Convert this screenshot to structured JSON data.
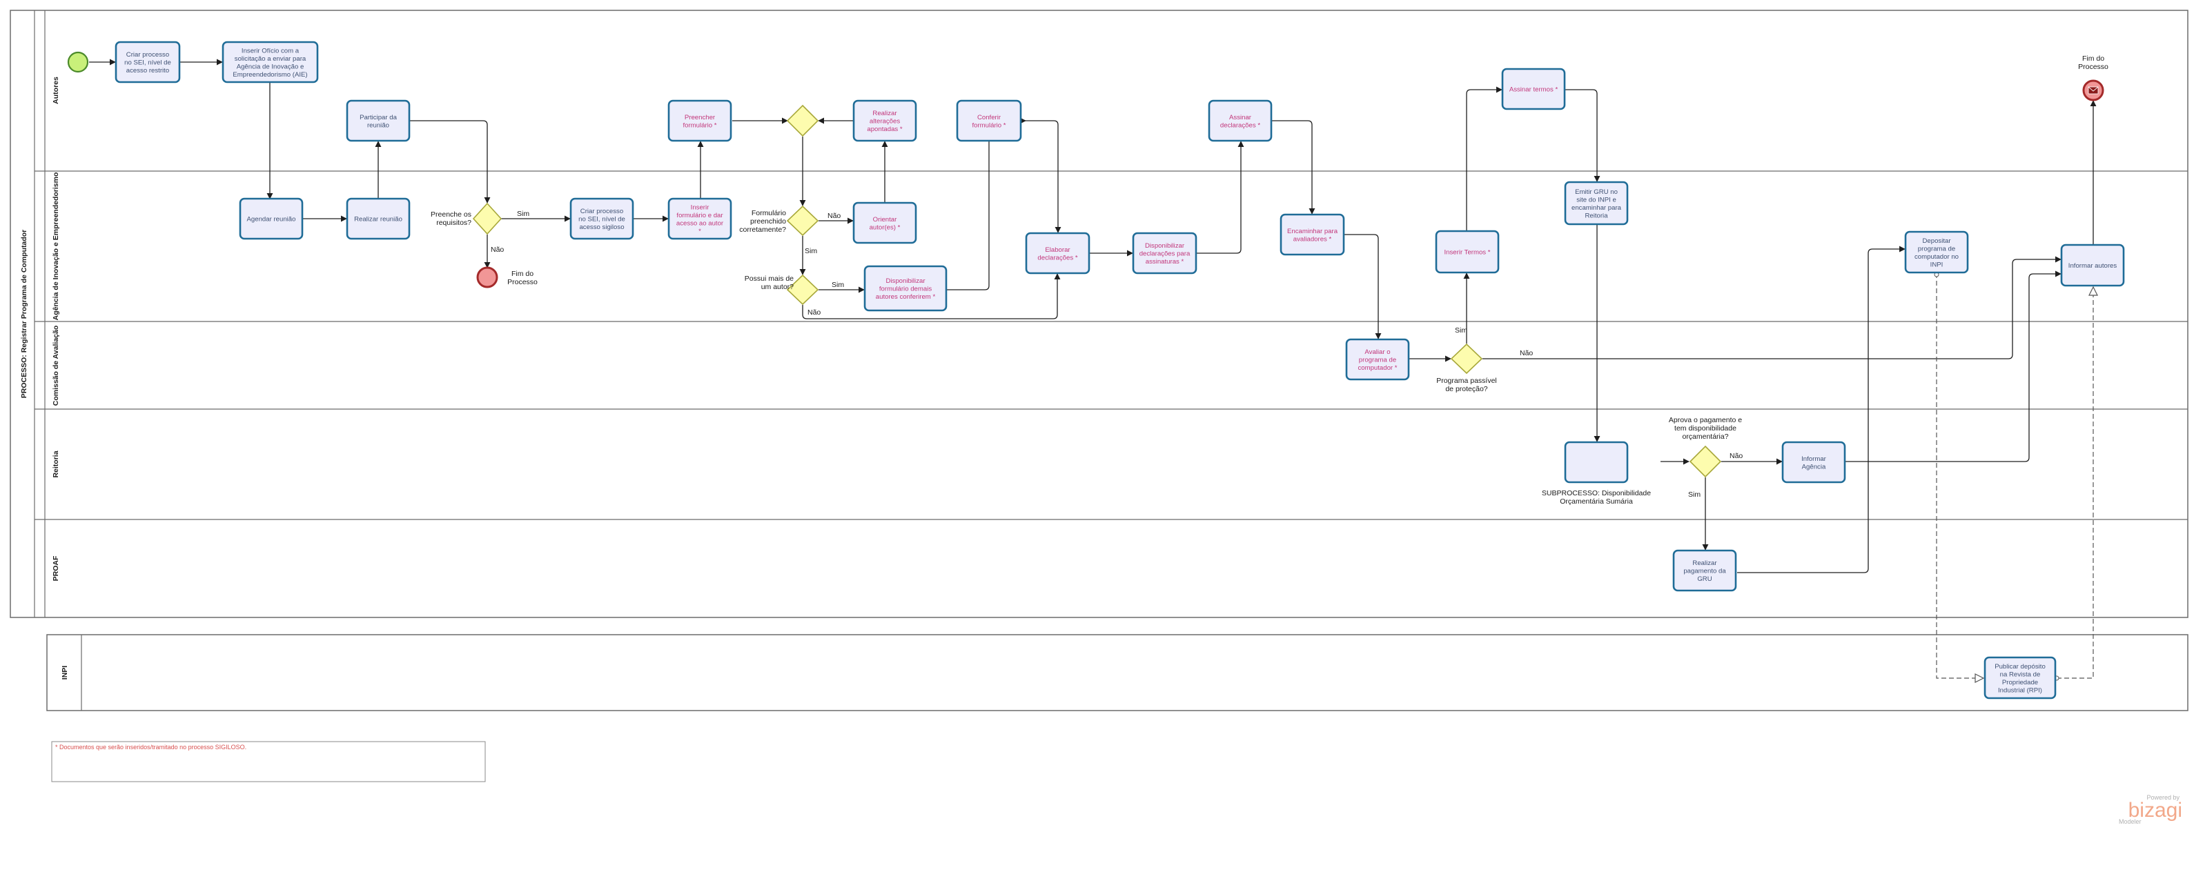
{
  "diagram": {
    "process_title": "PROCESSO: Registrar  Programa de Computador",
    "lanes": [
      "Autores",
      "Agência de Inovação e Empreendedorismo",
      "Comissão de Avaliação",
      "Reitoria",
      "PROAF"
    ],
    "external_pool": "INPI",
    "tasks": [
      {
        "id": "t1",
        "lines": [
          "Criar processo",
          "no SEI, nível de",
          "acesso restrito"
        ],
        "pink": false
      },
      {
        "id": "t2",
        "lines": [
          "Inserir Ofício com a",
          "solicitação a enviar para",
          "Agência de Inovação e",
          "Empreendedorismo (AIE)"
        ],
        "pink": false
      },
      {
        "id": "t3",
        "lines": [
          "Participar da",
          "reunião"
        ],
        "pink": false
      },
      {
        "id": "t4",
        "lines": [
          "Agendar reunião"
        ],
        "pink": false
      },
      {
        "id": "t5",
        "lines": [
          "Realizar reunião"
        ],
        "pink": false
      },
      {
        "id": "t6",
        "lines": [
          "Criar processo",
          "no SEI, nível de",
          "acesso sigiloso"
        ],
        "pink": false
      },
      {
        "id": "t7",
        "lines": [
          "Inserir",
          "formulário e dar",
          "acesso ao autor",
          "*"
        ],
        "pink": true
      },
      {
        "id": "t8",
        "lines": [
          "Preencher",
          "formulário  *"
        ],
        "pink": true
      },
      {
        "id": "t9",
        "lines": [
          "Realizar",
          "alterações",
          "apontadas *"
        ],
        "pink": true
      },
      {
        "id": "t10",
        "lines": [
          "Orientar",
          "autor(es) *"
        ],
        "pink": true
      },
      {
        "id": "t11",
        "lines": [
          "Disponibilizar",
          "formulário demais",
          "autores conferirem *"
        ],
        "pink": true
      },
      {
        "id": "t12",
        "lines": [
          "Conferir",
          "formulário *"
        ],
        "pink": true
      },
      {
        "id": "t13",
        "lines": [
          "Elaborar",
          "declarações *"
        ],
        "pink": true
      },
      {
        "id": "t14",
        "lines": [
          "Disponibilizar",
          "declarações para",
          "assinaturas *"
        ],
        "pink": true
      },
      {
        "id": "t15",
        "lines": [
          "Assinar",
          "declarações *"
        ],
        "pink": true
      },
      {
        "id": "t16",
        "lines": [
          "Encaminhar para",
          "avaliadores *"
        ],
        "pink": true
      },
      {
        "id": "t17",
        "lines": [
          "Avaliar o",
          "programa de",
          "computador *"
        ],
        "pink": true
      },
      {
        "id": "t18",
        "lines": [
          "Inserir Termos *"
        ],
        "pink": true
      },
      {
        "id": "t19",
        "lines": [
          "Assinar termos *"
        ],
        "pink": true
      },
      {
        "id": "t20",
        "lines": [
          "Emitir GRU no",
          "site do INPI e",
          "encaminhar para",
          "Reitoria"
        ],
        "pink": false
      },
      {
        "id": "t21",
        "lines": [],
        "pink": false
      },
      {
        "id": "t22",
        "lines": [
          "Informar",
          "Agência"
        ],
        "pink": false
      },
      {
        "id": "t23",
        "lines": [
          "Realizar",
          "pagamento da",
          "GRU"
        ],
        "pink": false
      },
      {
        "id": "t24",
        "lines": [
          "Depositar",
          "programa de",
          "computador no",
          "INPI"
        ],
        "pink": false
      },
      {
        "id": "t25",
        "lines": [
          "Informar autores"
        ],
        "pink": false
      },
      {
        "id": "t26",
        "lines": [
          "Publicar depósito",
          "na Revista de",
          "Propriedade",
          "Industrial (RPI)"
        ],
        "pink": false
      }
    ],
    "gateway_labels": {
      "g1": [
        "Preenche os",
        "requisitos?"
      ],
      "g3": [
        "Formulário",
        "preenchido",
        "corretamente?"
      ],
      "g4": [
        "Possui mais de",
        "um autor?"
      ],
      "g5": [
        "Programa passível",
        "de proteção?"
      ],
      "g6": [
        "Aprova o pagamento e",
        "tem disponibilidade",
        "orçamentária?"
      ]
    },
    "flow_labels": {
      "sim": "Sim",
      "nao": "Não"
    },
    "events": {
      "end1": [
        "Fim do",
        "Processo"
      ],
      "end2": [
        "Fim do",
        "Processo"
      ]
    },
    "subprocess_label": [
      "SUBPROCESSO:  Disponibilidade",
      "Orçamentária Sumária"
    ],
    "note": "* Documentos que serão inseridos/tramitado no processo SIGILOSO.",
    "brand": {
      "powered": "Powered by",
      "name": "bizagi",
      "product": "Modeler"
    },
    "colors": {
      "task_fill": "#ecedfb",
      "task_border": "#1f6c97",
      "gateway_fill": "#fdfcae",
      "start_fill": "#c9f07a",
      "end_fill": "#f19696",
      "pink_text": "#c2367a"
    }
  }
}
